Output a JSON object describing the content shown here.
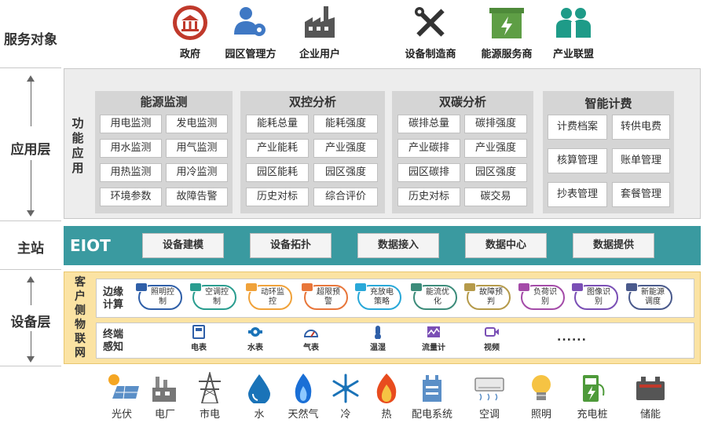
{
  "layers": {
    "service": "服务对象",
    "app": "应用层",
    "master": "主站",
    "device": "设备层"
  },
  "service_targets": [
    {
      "label": "政府",
      "icon": "government-icon"
    },
    {
      "label": "园区管理方",
      "icon": "park-manager-icon"
    },
    {
      "label": "企业用户",
      "icon": "enterprise-factory-icon"
    },
    {
      "label": "设备制造商",
      "icon": "tools-icon"
    },
    {
      "label": "能源服务商",
      "icon": "energy-box-icon"
    },
    {
      "label": "产业联盟",
      "icon": "alliance-people-icon"
    }
  ],
  "app_layer": {
    "side_title": "功能应用",
    "groups": [
      {
        "title": "能源监测",
        "items": [
          "用电监测",
          "发电监测",
          "用水监测",
          "用气监测",
          "用热监测",
          "用冷监测",
          "环境参数",
          "故障告警"
        ]
      },
      {
        "title": "双控分析",
        "items": [
          "能耗总量",
          "能耗强度",
          "产业能耗",
          "产业强度",
          "园区能耗",
          "园区强度",
          "历史对标",
          "综合评价"
        ]
      },
      {
        "title": "双碳分析",
        "items": [
          "碳排总量",
          "碳排强度",
          "产业碳排",
          "产业强度",
          "园区碳排",
          "园区强度",
          "历史对标",
          "碳交易"
        ]
      },
      {
        "title": "智能计费",
        "items": [
          "计费档案",
          "转供电费",
          "核算管理",
          "账单管理",
          "抄表管理",
          "套餐管理"
        ]
      }
    ]
  },
  "master": {
    "title": "EIOT",
    "buttons": [
      "设备建模",
      "设备拓扑",
      "数据接入",
      "数据中心",
      "数据提供"
    ]
  },
  "device_layer": {
    "side_title": "客户侧物联网",
    "edge_title": "边缘计算",
    "edge_items": [
      {
        "label": "照明控制",
        "color": "#2f5fa8"
      },
      {
        "label": "空调控制",
        "color": "#2a9d8f"
      },
      {
        "label": "动环监控",
        "color": "#f0a23a"
      },
      {
        "label": "超限预警",
        "color": "#e8763a"
      },
      {
        "label": "充放电策略",
        "color": "#29a8d8"
      },
      {
        "label": "能流优化",
        "color": "#3c8c7a"
      },
      {
        "label": "故障预判",
        "color": "#b59a4a"
      },
      {
        "label": "负荷识别",
        "color": "#a44ba8"
      },
      {
        "label": "图像识别",
        "color": "#7a4fb5"
      },
      {
        "label": "新能源调度",
        "color": "#4a5a8c"
      }
    ],
    "terminal_title": "终端感知",
    "terminal_items": [
      {
        "label": "电表",
        "icon": "electric-meter-icon"
      },
      {
        "label": "水表",
        "icon": "water-meter-icon"
      },
      {
        "label": "气表",
        "icon": "gas-meter-icon"
      },
      {
        "label": "温湿",
        "icon": "thermometer-icon"
      },
      {
        "label": "流量计",
        "icon": "flow-meter-icon"
      },
      {
        "label": "视频",
        "icon": "video-camera-icon"
      }
    ],
    "terminal_more": "......"
  },
  "base_resources": [
    {
      "label": "光伏",
      "icon": "solar-panel-icon"
    },
    {
      "label": "电厂",
      "icon": "power-plant-icon"
    },
    {
      "label": "市电",
      "icon": "power-tower-icon"
    },
    {
      "label": "水",
      "icon": "water-drop-icon"
    },
    {
      "label": "天然气",
      "icon": "gas-flame-icon"
    },
    {
      "label": "冷",
      "icon": "snowflake-icon"
    },
    {
      "label": "热",
      "icon": "heat-fire-icon"
    },
    {
      "label": "配电系统",
      "icon": "distribution-icon"
    },
    {
      "label": "空调",
      "icon": "air-conditioner-icon"
    },
    {
      "label": "照明",
      "icon": "light-bulb-icon"
    },
    {
      "label": "充电桩",
      "icon": "charging-pile-icon"
    },
    {
      "label": "储能",
      "icon": "battery-storage-icon"
    }
  ]
}
